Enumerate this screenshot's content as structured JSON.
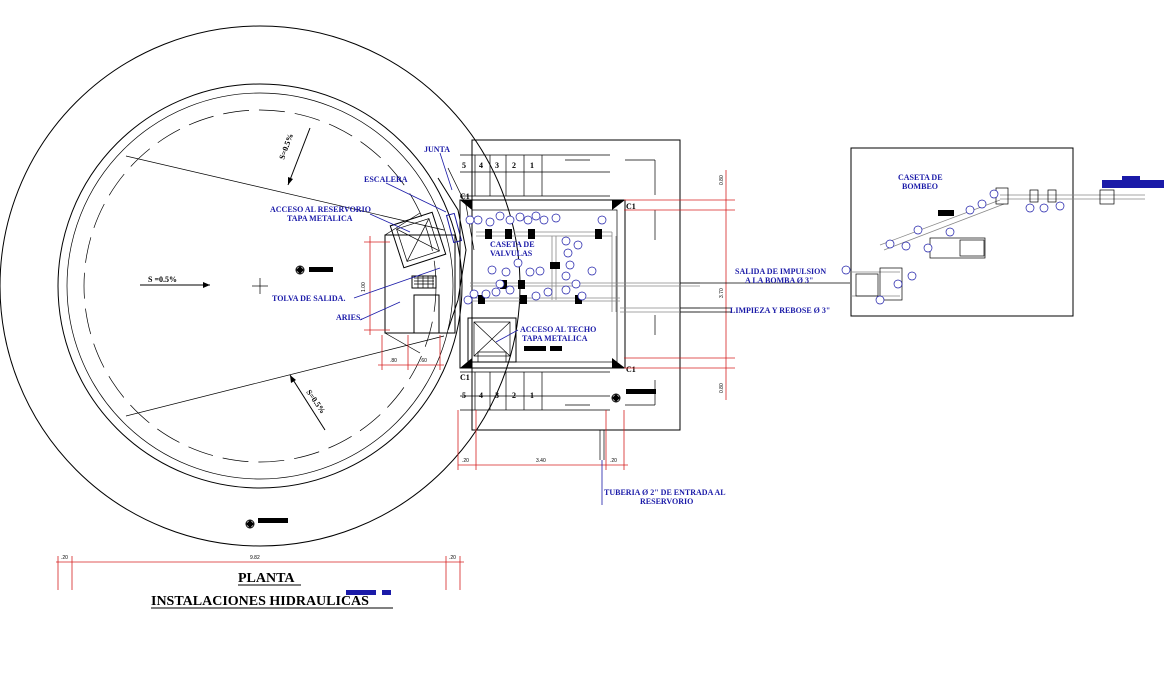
{
  "labels": {
    "junta": "JUNTA",
    "escalera": "ESCALERA",
    "acceso_reservorio": "ACCESO AL RESERVORIO",
    "tapa_metalica": "TAPA METALICA",
    "slope_main": "S =0.5%",
    "slope_top": "S=0.5%",
    "slope_bottom": "S=0.5%",
    "tolva": "TOLVA DE SALIDA.",
    "aries": "ARIES.",
    "caseta_valvulas_1": "CASETA DE",
    "caseta_valvulas_2": "VALVULAS",
    "acceso_techo_1": "ACCESO AL TECHO",
    "acceso_techo_2": "TAPA METALICA",
    "caseta_bombeo_1": "CASETA DE",
    "caseta_bombeo_2": "BOMBEO",
    "salida_impulsion_1": "SALIDA DE IMPULSION",
    "salida_impulsion_2": "A LA BOMBA Ø 3\"",
    "limpieza": "LIMPIEZA Y REBOSE Ø 3\"",
    "tuberia_1": "TUBERIA Ø 2\" DE ENTRADA AL",
    "tuberia_2": "RESERVORIO",
    "c1": "C1"
  },
  "steps": [
    "5",
    "4",
    "3",
    "2",
    "1"
  ],
  "dimensions": {
    "bottom_total": "9.82",
    "bottom_left": ".20",
    "bottom_right": ".20",
    "box_left": ".20",
    "box_mid": "3.40",
    "box_right": ".20",
    "tolva_w1": ".80",
    "tolva_w2": ".60",
    "right_top": "0.80",
    "right_mid": "3.70",
    "right_bot": "0.80",
    "tolva_h": "1.00"
  },
  "title": {
    "line1": "PLANTA",
    "line2": "INSTALACIONES HIDRAULICAS"
  },
  "colors": {
    "blue": "#1a1aa8",
    "red": "#d62020",
    "black": "#000000"
  }
}
